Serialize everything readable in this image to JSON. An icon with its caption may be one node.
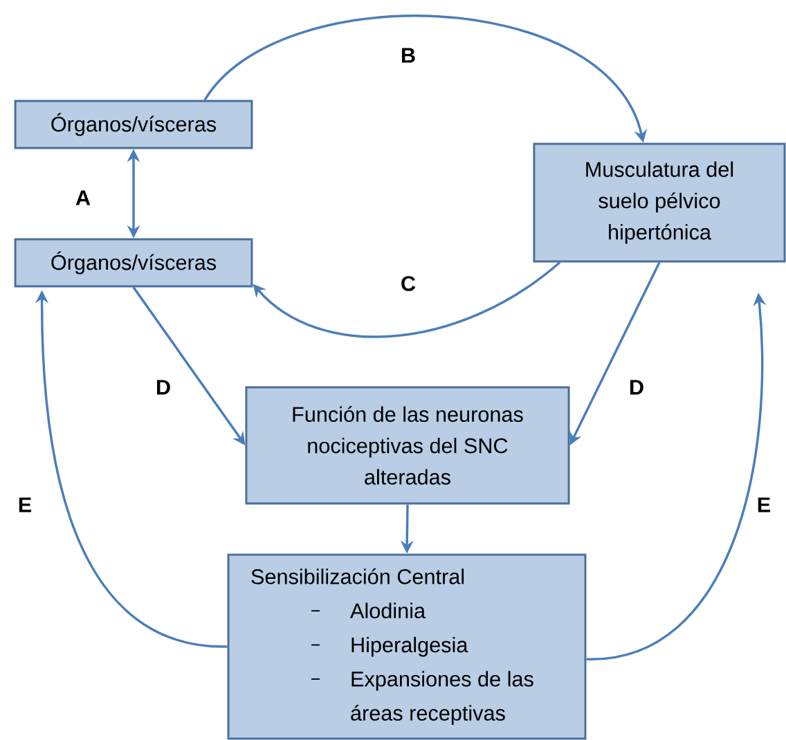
{
  "diagram": {
    "nodes": [
      {
        "text": [
          "Órganos/vísceras"
        ]
      },
      {
        "text": [
          "Órganos/vísceras"
        ]
      },
      {
        "text": [
          "Musculatura del suelo pélvico hipertónica"
        ]
      },
      {
        "text": [
          "Función de las neuronas nociceptivas del SNC alteradas"
        ]
      },
      {
        "text": [
          "Sensibilización Central",
          "Alodinia",
          "Hiperalgesia",
          "Expansiones de las áreas receptivas"
        ]
      }
    ],
    "edges": [
      {
        "from": 0,
        "to": 1,
        "arrow": "both",
        "label": "A"
      },
      {
        "from": 0,
        "to": 2,
        "arrow": "to",
        "label": "B"
      },
      {
        "from": 2,
        "to": 1,
        "arrow": "to",
        "label": "C"
      },
      {
        "from": 1,
        "to": 3,
        "arrow": "to",
        "label": "D"
      },
      {
        "from": 2,
        "to": 3,
        "arrow": "to",
        "label": "D"
      },
      {
        "from": 3,
        "to": 4,
        "arrow": "to"
      },
      {
        "from": 4,
        "to": 1,
        "arrow": "to",
        "label": "E"
      },
      {
        "from": 4,
        "to": 2,
        "arrow": "to",
        "label": "E"
      }
    ]
  }
}
